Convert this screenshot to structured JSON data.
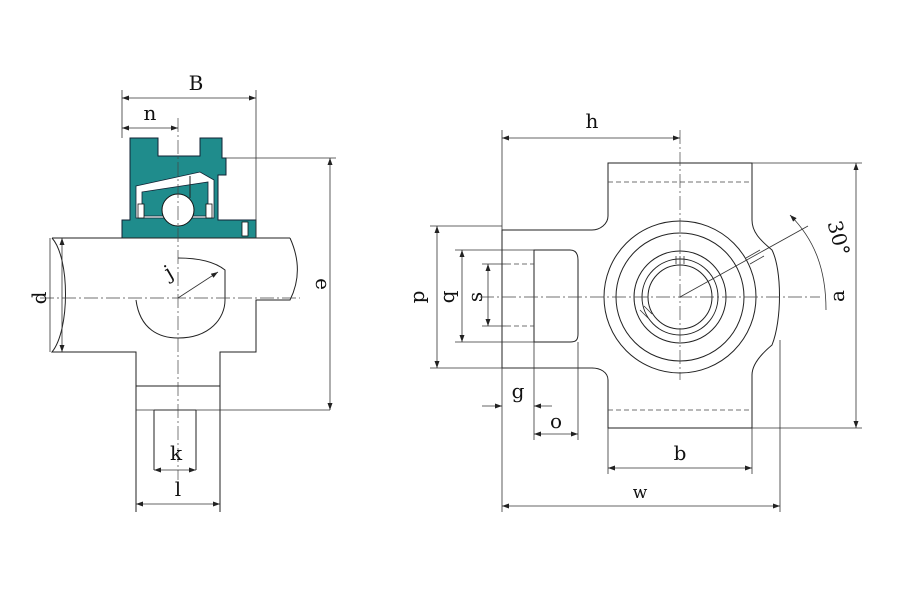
{
  "side_view": {
    "labels": {
      "B": "B",
      "n": "n",
      "d": "d",
      "j": "j",
      "e": "e",
      "k": "k",
      "l": "l"
    }
  },
  "front_view": {
    "labels": {
      "h": "h",
      "p": "p",
      "q": "q",
      "s": "s",
      "angle": "30°",
      "a": "a",
      "g": "g",
      "o": "o",
      "b": "b",
      "w": "w"
    }
  },
  "colors": {
    "bearing_fill": "#1f8c8c",
    "line": "#222222"
  }
}
